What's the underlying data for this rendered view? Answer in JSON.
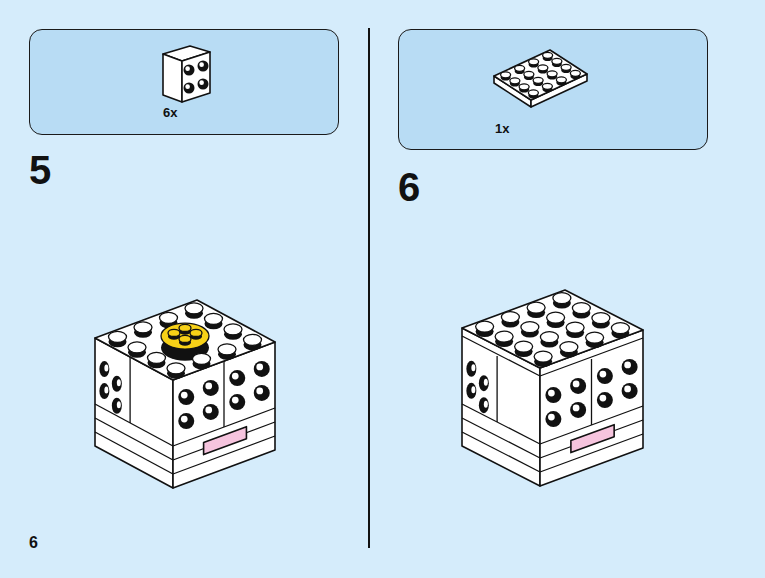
{
  "diagram": {
    "nodes": [
      {
        "text": [
          "6x"
        ]
      },
      {
        "text": [
          "1x"
        ]
      }
    ],
    "labels": [
      "5",
      "6",
      "6"
    ]
  }
}
